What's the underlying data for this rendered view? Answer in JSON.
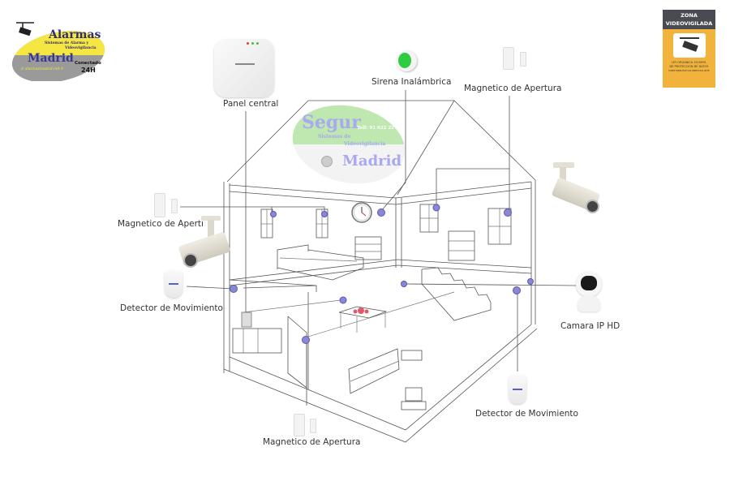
{
  "logo_left": {
    "title": "Alarmas",
    "subtitle_1": "Sistemas de Alarma y",
    "subtitle_2": "Videovigilancia",
    "city": "Madrid",
    "url": "// alarmasmadrid.net //",
    "badge_1": "Conectado",
    "badge_2": "24H",
    "colors": {
      "yellow": "#f5e642",
      "gray": "#9a9a9a",
      "text": "#3a3a8c"
    }
  },
  "sign_right": {
    "title_1": "ZONA",
    "title_2": "VIDEOVIGILADA",
    "law_1": "LEY ORGANICA 15/1999,",
    "law_2": "DE PROTECCION DE DATOS",
    "fine_print": "PUEDE EJERCITAR SUS DERECHOS ANTE",
    "colors": {
      "header": "#4a4a52",
      "body": "#f2b33d"
    }
  },
  "watermark": {
    "brand": "Segur",
    "phone": "Telf: 91 022 22 85",
    "line_1": "Sistemas de",
    "line_2": "Videovigilancia",
    "city": "Madrid",
    "colors": {
      "green": "#b8e6a8",
      "text": "#a9a8f0"
    }
  },
  "devices": [
    {
      "id": "panel",
      "label": "Panel central",
      "icon": "alarm-panel-icon"
    },
    {
      "id": "siren",
      "label": "Sirena Inalámbrica",
      "icon": "siren-icon"
    },
    {
      "id": "mag_top",
      "label": "Magnetico de Apertura",
      "icon": "door-contact-icon"
    },
    {
      "id": "mag_left",
      "label": "Magnetico de Apertı",
      "icon": "door-contact-icon"
    },
    {
      "id": "pir_left",
      "label": "Detector de Movimiento",
      "icon": "motion-detector-icon"
    },
    {
      "id": "ipcam",
      "label": "Camara IP HD",
      "icon": "ip-camera-icon"
    },
    {
      "id": "pir_bottom",
      "label": "Detector de Movimiento",
      "icon": "motion-detector-icon"
    },
    {
      "id": "mag_bottom",
      "label": "Magnetico de Apertura",
      "icon": "door-contact-icon"
    }
  ],
  "sensor_color": "#8a88d6"
}
